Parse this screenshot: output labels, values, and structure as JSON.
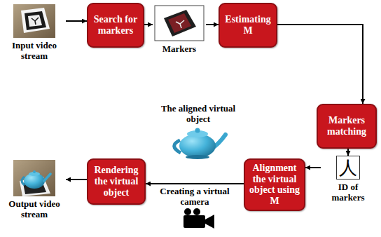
{
  "diagram": {
    "nodes": [
      {
        "text": [
          "Input video stream"
        ]
      },
      {
        "text": [
          "Search for markers"
        ]
      },
      {
        "text": [
          "Markers"
        ]
      },
      {
        "text": [
          "Estimating M"
        ]
      },
      {
        "text": [
          "Markers matching"
        ]
      },
      {
        "text": [
          "人",
          "ID of markers"
        ]
      },
      {
        "text": [
          "Alignment the virtual object using M"
        ]
      },
      {
        "text": [
          "Rendering the virtual object"
        ]
      },
      {
        "text": [
          "Output video stream"
        ]
      }
    ],
    "edges": [
      {
        "from": 0,
        "to": 1,
        "arrow": "to"
      },
      {
        "from": 1,
        "to": 2,
        "arrow": "to"
      },
      {
        "from": 2,
        "to": 3,
        "arrow": "to"
      },
      {
        "from": 3,
        "to": 4,
        "arrow": "to"
      },
      {
        "from": 4,
        "to": 5,
        "arrow": "to"
      },
      {
        "from": 5,
        "to": 6,
        "arrow": "to"
      },
      {
        "from": 6,
        "to": 7,
        "label": "Creating a virtual camera",
        "arrow": "to"
      },
      {
        "from": 7,
        "to": 8,
        "arrow": "to"
      }
    ],
    "labels": [
      "The aligned virtual object"
    ]
  }
}
